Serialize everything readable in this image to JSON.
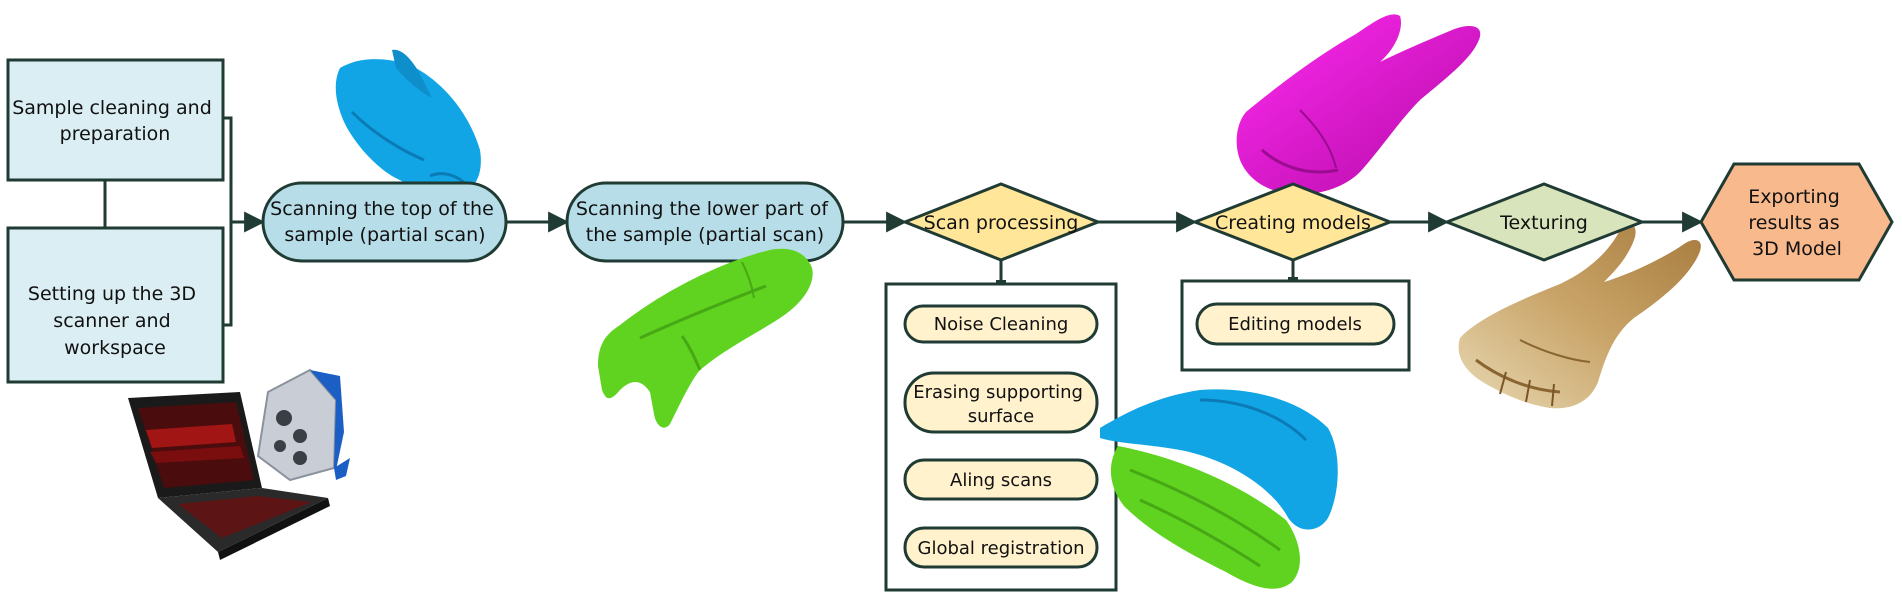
{
  "colors": {
    "line": "#1f3b34",
    "prep_fill": "#daeef3",
    "scan_fill": "#b7dde8",
    "decision_fill": "#ffe699",
    "sub_fill": "#fff2cc",
    "texturing_fill": "#d8e4bc",
    "export_fill": "#f8b98c",
    "scan_blue": "#12a5e6",
    "scan_green": "#5fd31f",
    "scan_magenta": "#e418d6",
    "bone": "#c8a46a"
  },
  "steps": {
    "sample_cleaning": [
      "Sample cleaning and",
      "preparation"
    ],
    "setup_scanner": [
      "Setting up the 3D",
      "scanner and",
      "workspace"
    ],
    "scan_top": [
      "Scanning the top of the",
      "sample (partial scan)"
    ],
    "scan_lower": [
      "Scanning the lower part of",
      "the sample (partial scan)"
    ],
    "scan_processing": "Scan processing",
    "creating_models": "Creating models",
    "texturing": "Texturing",
    "export": [
      "Exporting",
      "results as",
      "3D Model"
    ]
  },
  "scan_processing_steps": [
    [
      "Noise Cleaning"
    ],
    [
      "Erasing supporting",
      "surface"
    ],
    [
      "Aling scans"
    ],
    [
      "Global registration"
    ]
  ],
  "model_steps": [
    "Editing models"
  ],
  "icons": [
    "laptop-icon",
    "3d-scanner-icon",
    "blue-top-scan-icon",
    "green-lower-scan-icon",
    "magenta-model-icon",
    "aligned-scan-icon",
    "textured-model-icon"
  ]
}
